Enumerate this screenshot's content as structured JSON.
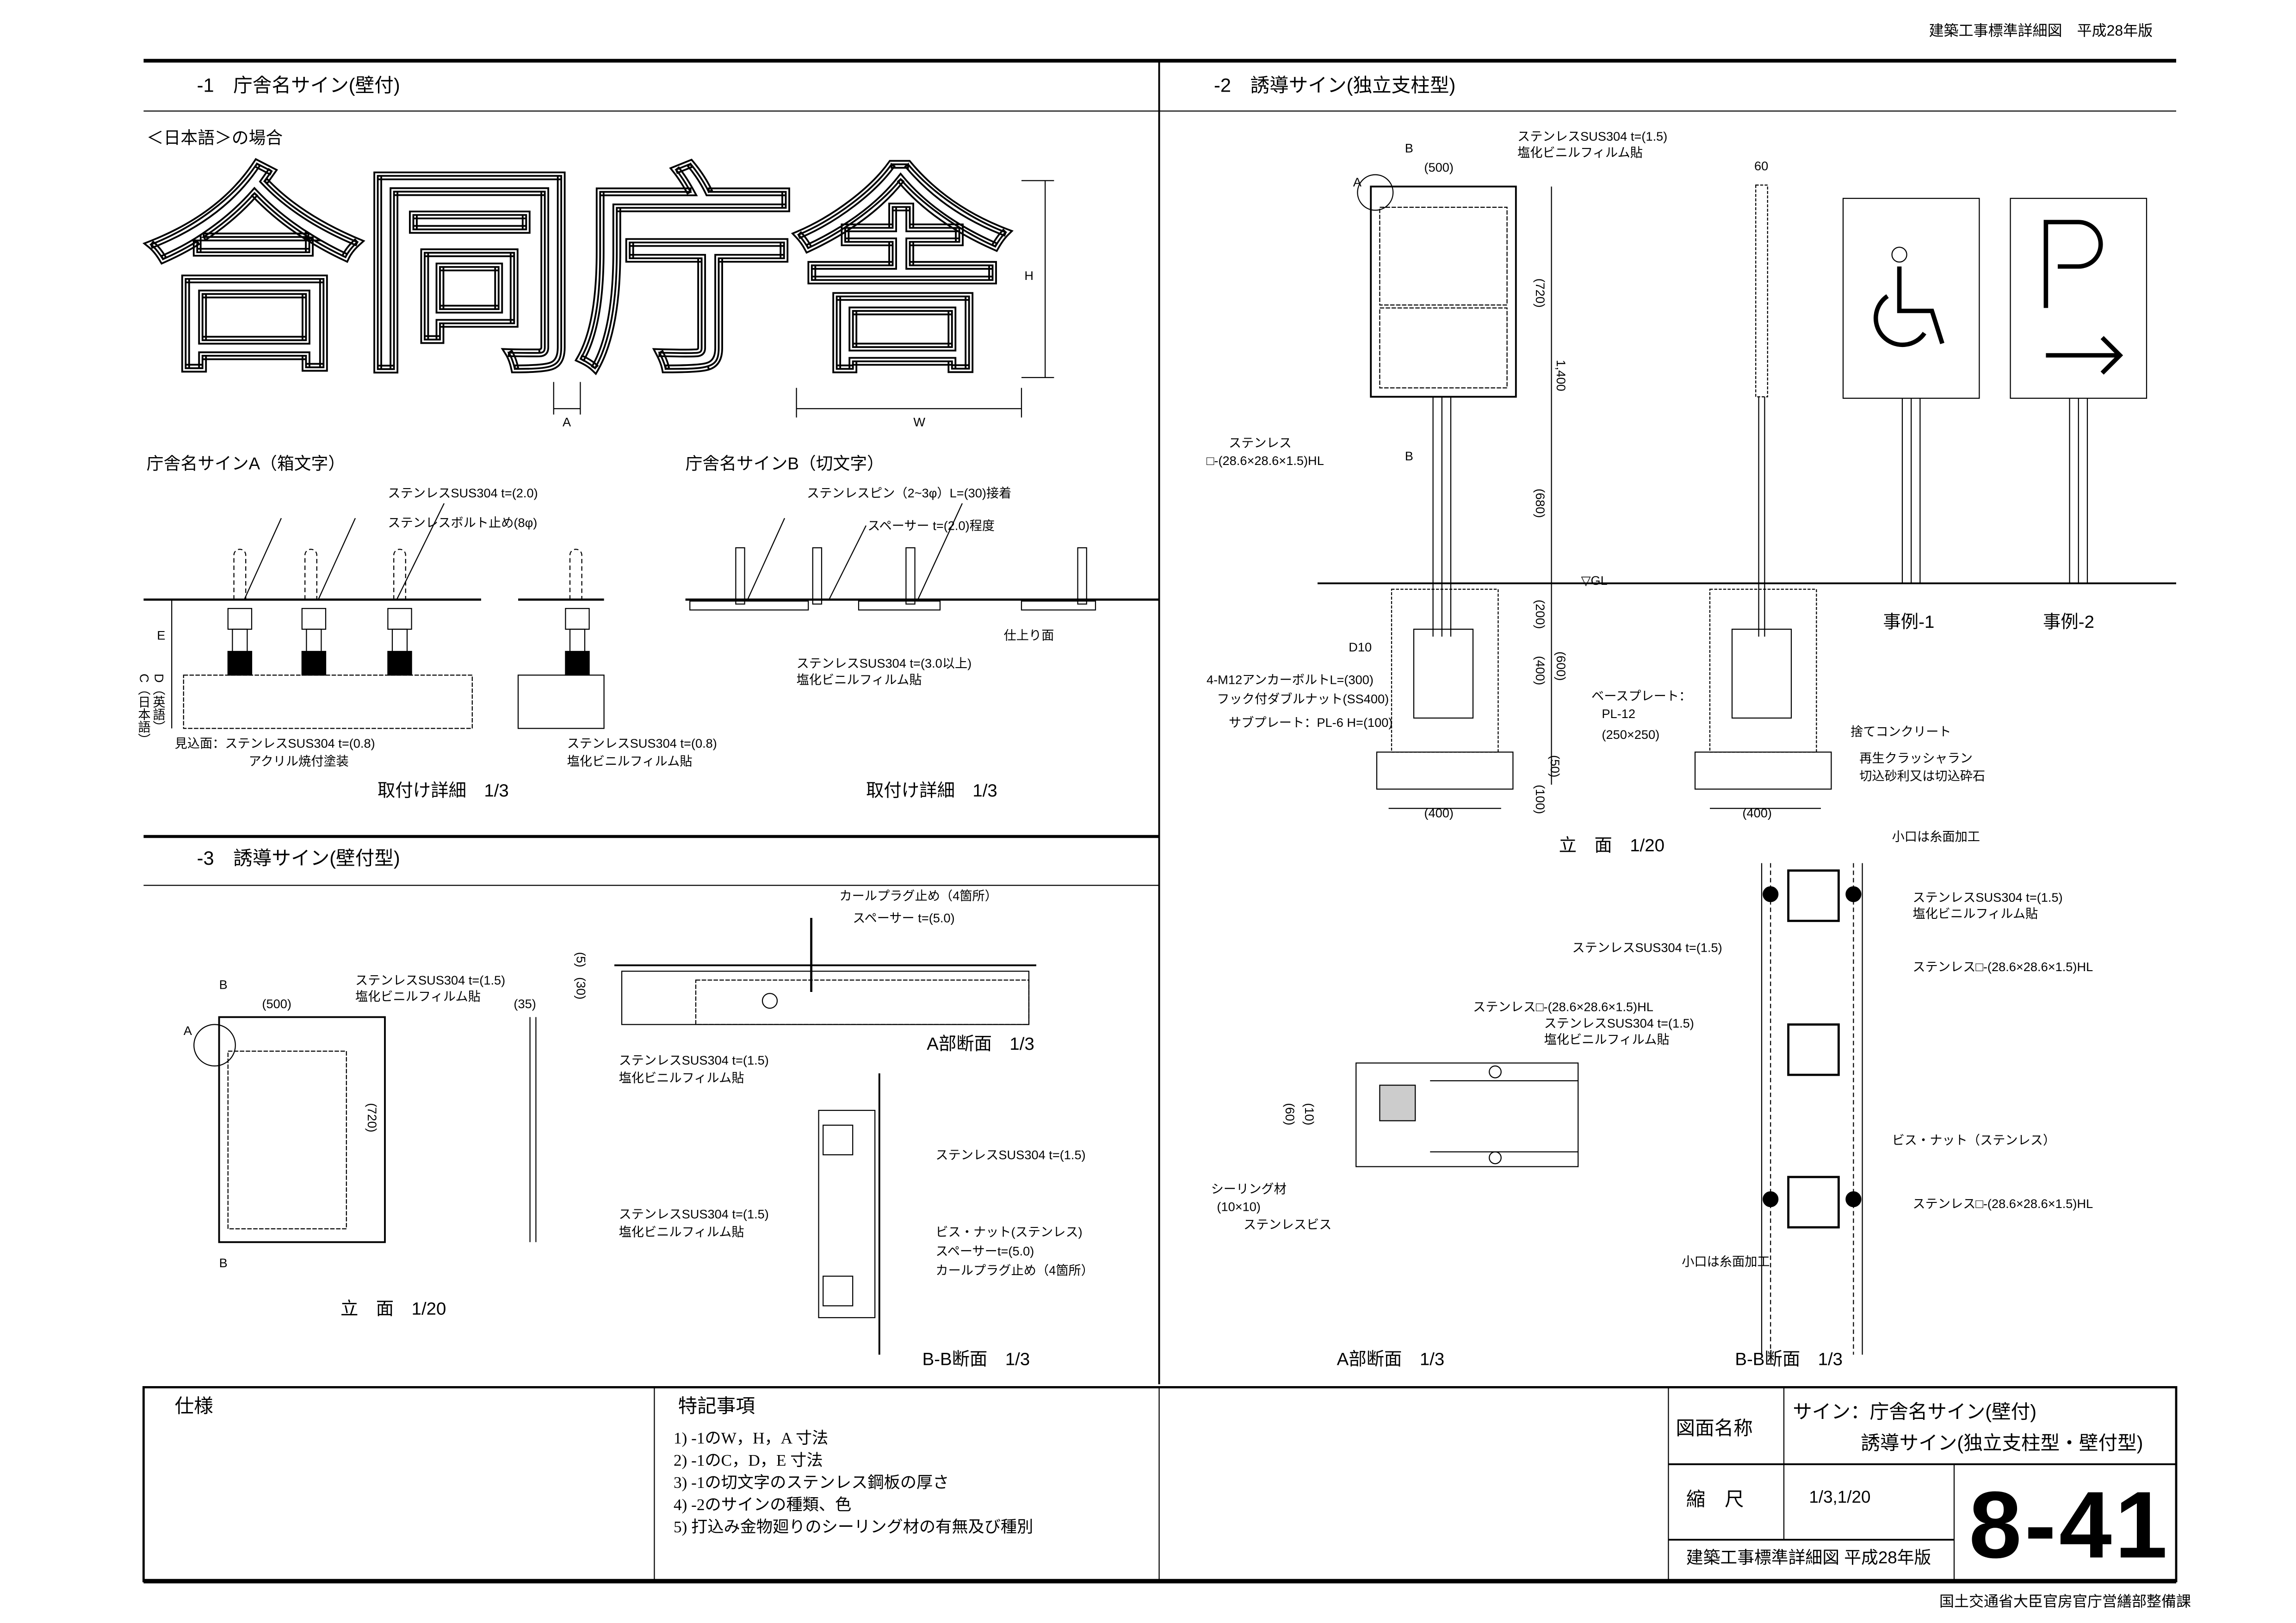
{
  "header": {
    "edition": "建築工事標準詳細図　平成28年版"
  },
  "footer": {
    "issuer": "国土交通省大臣官房官庁営繕部整備課"
  },
  "section1": {
    "title": "-1　庁舎名サイン(壁付)",
    "subtitle": "＜日本語＞の場合",
    "sign_text": "合同庁舎",
    "dim_h": "H",
    "dim_w": "W",
    "dim_a": "A",
    "typeA": {
      "title": "庁舎名サインA（箱文字）",
      "labels": [
        "ステンレスSUS304 t=(2.0)",
        "ステンレスボルト止め(8φ)",
        "E",
        "C（日本語）",
        "D（英語）",
        "見込面：ステンレスSUS304 t=(0.8)",
        "アクリル焼付塗装",
        "ステンレスSUS304 t=(0.8)",
        "塩化ビニルフィルム貼"
      ],
      "caption": "取付け詳細　1/3"
    },
    "typeB": {
      "title": "庁舎名サインB（切文字）",
      "labels": [
        "ステンレスピン（2~3φ）L=(30)接着",
        "スペーサー t=(2.0)程度",
        "仕上り面",
        "ステンレスSUS304 t=(3.0以上)",
        "塩化ビニルフィルム貼"
      ],
      "caption": "取付け詳細　1/3"
    }
  },
  "section2": {
    "title": "-2　誘導サイン(独立支柱型)",
    "labels": [
      "B",
      "A",
      "(500)",
      "ステンレスSUS304 t=(1.5)",
      "塩化ビニルフィルム貼",
      "(720)",
      "1,400",
      "B",
      "ステンレス",
      "□-(28.6×28.6×1.5)HL",
      "(680)",
      "▽GL",
      "60",
      "D10",
      "(200)",
      "(400)",
      "(600)",
      "4-M12アンカーボルトL=(300)",
      "フック付ダブルナット(SS400)",
      "サブプレート：PL-6  H=(100)",
      "ベースプレート：",
      "PL-12",
      "(250×250)",
      "(50)",
      "(100)",
      "(400)",
      "(400)",
      "事例-1",
      "事例-2",
      "捨てコンクリート",
      "再生クラッシャラン",
      "切込砂利又は切込砕石"
    ],
    "caption": "立　面　1/20",
    "sectionA": {
      "labels": [
        "ステンレス□-(28.6×28.6×1.5)HL",
        "ステンレスSUS304 t=(1.5)",
        "塩化ビニルフィルム貼",
        "(60)",
        "(10)",
        "シーリング材",
        "(10×10)",
        "ステンレスビス"
      ],
      "caption": "A部断面　1/3"
    },
    "sectionBB": {
      "labels": [
        "小口は糸面加工",
        "ステンレスSUS304 t=(1.5)",
        "塩化ビニルフィルム貼",
        "ステンレスSUS304 t=(1.5)",
        "ステンレス□-(28.6×28.6×1.5)HL",
        "ビス・ナット（ステンレス）",
        "ステンレス□-(28.6×28.6×1.5)HL",
        "小口は糸面加工"
      ],
      "caption": "B-B断面　1/3"
    }
  },
  "section3": {
    "title": "-3　誘導サイン(壁付型)",
    "labels": [
      "B",
      "A",
      "(500)",
      "ステンレスSUS304 t=(1.5)",
      "塩化ビニルフィルム貼",
      "(35)",
      "(720)",
      "B"
    ],
    "caption": "立　面　1/20",
    "sectionA": {
      "labels": [
        "カールプラグ止め（4箇所）",
        "スペーサー  t=(5.0)",
        "(30)",
        "(5)",
        "ステンレスSUS304 t=(1.5)",
        "塩化ビニルフィルム貼"
      ],
      "caption": "A部断面　1/3"
    },
    "sectionBB": {
      "labels": [
        "ステンレスSUS304 t=(1.5)",
        "ステンレスSUS304 t=(1.5)",
        "塩化ビニルフィルム貼",
        "ビス・ナット(ステンレス)",
        "スペーサーt=(5.0)",
        "カールプラグ止め（4箇所）"
      ],
      "caption": "B-B断面　1/3"
    }
  },
  "title_block": {
    "spec_label": "仕様",
    "notes_label": "特記事項",
    "notes": [
      "1) -1のW，H，A 寸法",
      "2) -1のC，D，E 寸法",
      "3) -1の切文字のステンレス鋼板の厚さ",
      "4) -2のサインの種類、色",
      "5) 打込み金物廻りのシーリング材の有無及び種別"
    ],
    "drawing_name_label": "図面名称",
    "drawing_name_1": "サイン：庁舎名サイン(壁付)",
    "drawing_name_2": "誘導サイン(独立支柱型・壁付型)",
    "scale_label": "縮　尺",
    "scale": "1/3,1/20",
    "standard": "建築工事標準詳細図  平成28年版",
    "sheet_number": "8-41"
  }
}
